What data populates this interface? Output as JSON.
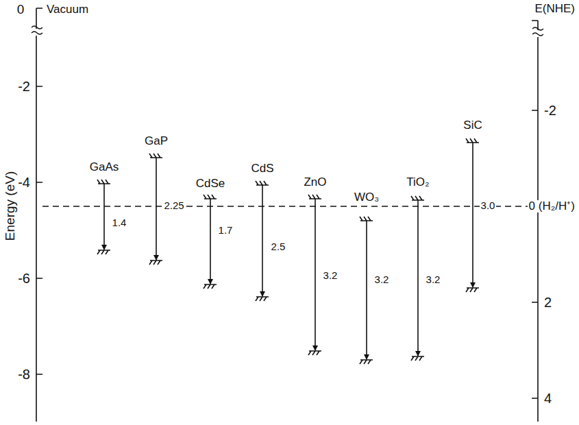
{
  "diagram": {
    "labels": [
      "0",
      "Vacuum",
      "-2",
      "-4",
      "-6",
      "-8",
      "Energy (eV)",
      "E(NHE)",
      "-2",
      "0 (H₂/H⁺)",
      "2",
      "4",
      "GaAs",
      "1.4",
      "GaP",
      "2.25",
      "CdSe",
      "1.7",
      "CdS",
      "2.5",
      "ZnO",
      "3.2",
      "WO₃",
      "3.2",
      "TiO₂",
      "3.2",
      "SiC",
      "3.0"
    ]
  }
}
